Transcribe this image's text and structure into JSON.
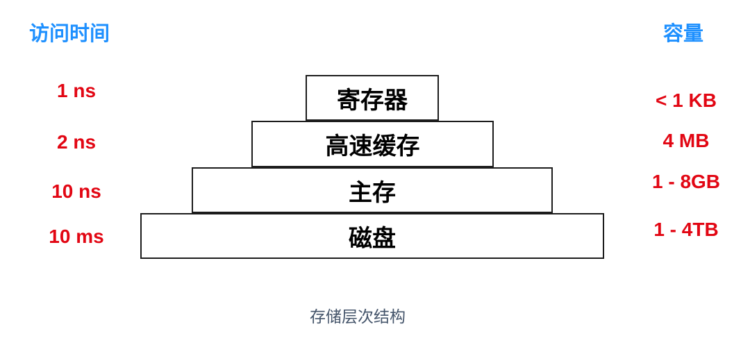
{
  "headers": {
    "access_time": "访问时间",
    "capacity": "容量"
  },
  "levels": [
    {
      "name": "寄存器",
      "access_time": "1 ns",
      "capacity": "< 1 KB"
    },
    {
      "name": "高速缓存",
      "access_time": "2 ns",
      "capacity": "4 MB"
    },
    {
      "name": "主存",
      "access_time": "10 ns",
      "capacity": "1 - 8GB"
    },
    {
      "name": "磁盘",
      "access_time": "10 ms",
      "capacity": "1 - 4TB"
    }
  ],
  "caption": "存储层次结构",
  "colors": {
    "header-blue": "#1E90FF",
    "value-red": "#E20613",
    "caption-slate": "#44546A",
    "box-border": "#1C1C1C"
  }
}
